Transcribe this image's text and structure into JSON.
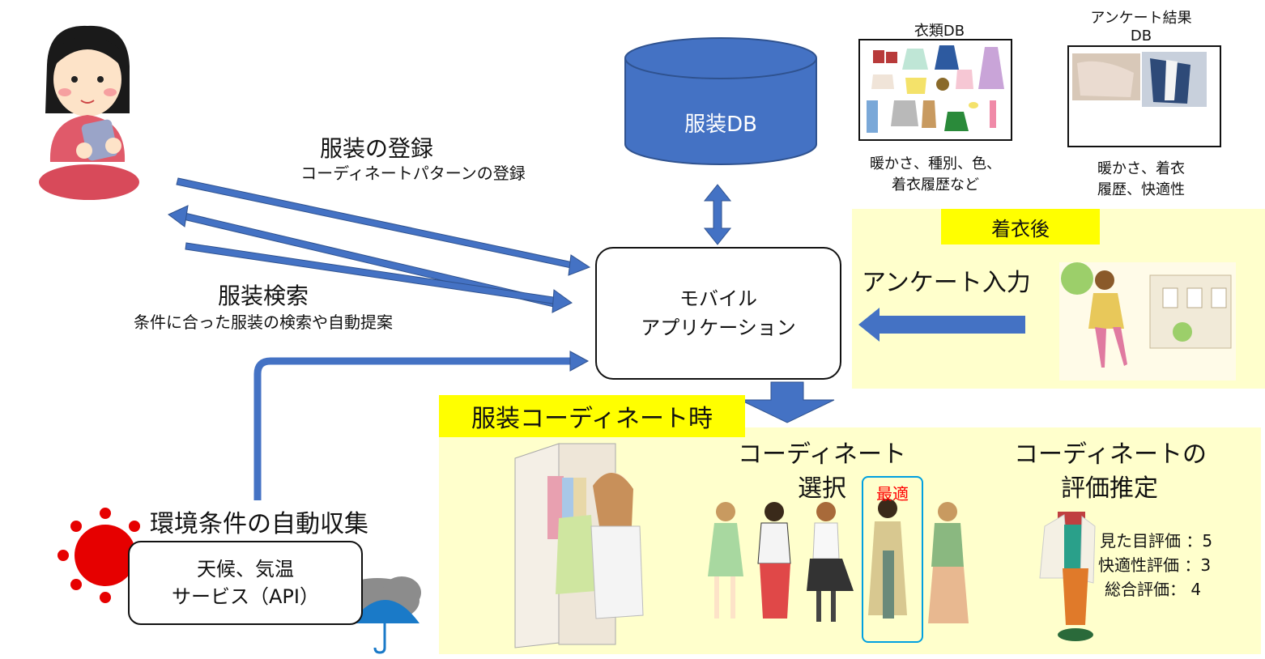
{
  "db": {
    "label": "服装DB"
  },
  "clothing_db": {
    "title": "衣類DB",
    "desc_line1": "暖かさ、種別、色、",
    "desc_line2": "着衣履歴など"
  },
  "survey_db": {
    "title_line1": "アンケート結果",
    "title_line2": "DB",
    "desc_line1": "暖かさ、着衣",
    "desc_line2": "履歴、快適性"
  },
  "register": {
    "title": "服装の登録",
    "subtitle": "コーディネートパターンの登録"
  },
  "search": {
    "title": "服装検索",
    "subtitle": "条件に合った服装の検索や自動提案"
  },
  "app": {
    "line1": "モバイル",
    "line2": "アプリケーション"
  },
  "after_wearing": {
    "label": "着衣後",
    "survey_input": "アンケート入力"
  },
  "environment": {
    "title": "環境条件の自動収集",
    "box_line1": "天候、気温",
    "box_line2": "サービス（API）"
  },
  "coordinate_time": {
    "label": "服装コーディネート時",
    "select_line1": "コーディネート",
    "select_line2": "選択",
    "best": "最適",
    "eval_line1": "コーディネートの",
    "eval_line2": "評価推定",
    "ratings": [
      "見た目評価 ：5",
      "快適性評価 ：3",
      "総合評価： 4"
    ]
  },
  "colors": {
    "arrow": "#4472c4",
    "db": "#4472c4",
    "panel": "#ffffcc",
    "label": "#ffff00",
    "best": "#ff0000",
    "best_frame": "#00a0e0"
  }
}
